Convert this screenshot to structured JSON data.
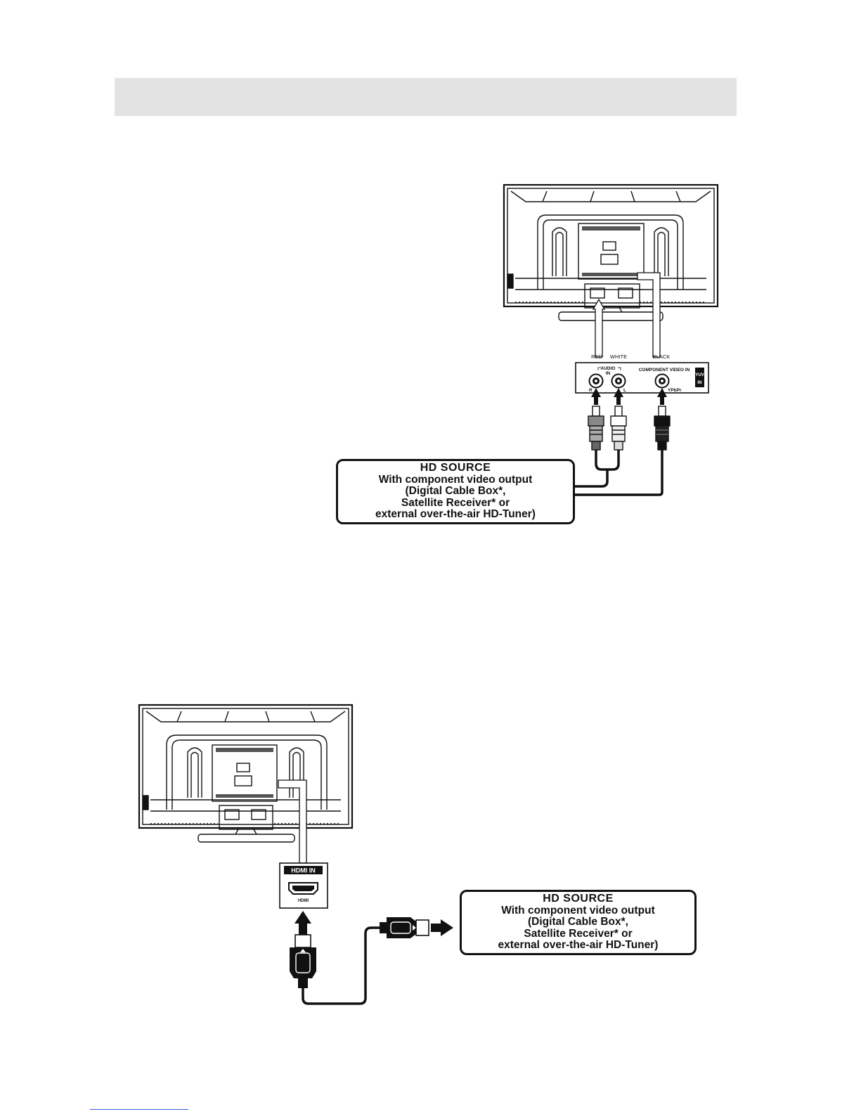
{
  "diagram1": {
    "cable_labels": {
      "red": "RED",
      "white": "WHITE",
      "black": "BLACK"
    },
    "panel": {
      "audio_in": "AUDIO",
      "audio_in_line2": "IN",
      "component_video_in": "COMPONENT VIDEO IN",
      "jack_r": "R",
      "jack_l": "L",
      "ypbpr": "YPbPr",
      "badge_top": "YUV",
      "badge_bottom": "IN"
    },
    "source_box": {
      "title": "HD SOURCE",
      "line1": "With component video output",
      "line2": "(Digital Cable Box*,",
      "line3": "Satellite Receiver* or",
      "line4": "external over-the-air HD-Tuner)"
    }
  },
  "diagram2": {
    "panel": {
      "header": "HDMI IN",
      "port_label": "HDMI"
    },
    "source_box": {
      "title": "HD SOURCE",
      "line1": "With component video output",
      "line2": "(Digital Cable Box*,",
      "line3": "Satellite Receiver* or",
      "line4": "external over-the-air HD-Tuner)"
    }
  },
  "colors": {
    "ink": "#111111",
    "header_band": "#e3e3e3",
    "page_rule": "#3b5bd6"
  }
}
